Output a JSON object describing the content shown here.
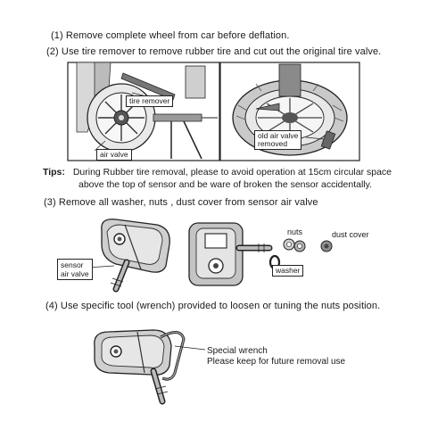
{
  "steps": [
    "(1) Remove complete wheel from car before deflation.",
    "(2) Use tire remover to remove rubber tire and cut out the original tire valve.",
    "(3) Remove all washer, nuts , dust cover from sensor air valve",
    "(4) Use specific tool (wrench) provided to loosen or tuning the nuts position."
  ],
  "tips": {
    "label": "Tips:",
    "line1": "During Rubber tire removal, please to avoid operation at 15cm circular space",
    "line2": "above the top of sensor and be ware of broken the sensor accidentally."
  },
  "figure1": {
    "tire_remover": "tire remover",
    "air_valve": "air valve"
  },
  "figure2": {
    "old_air_valve_line1": "old air valve",
    "old_air_valve_line2": "removed"
  },
  "figure3": {
    "sensor_line1": "sensor",
    "sensor_line2": "air valve",
    "nuts": "nuts",
    "dust_cover": "dust cover",
    "washer": "washer"
  },
  "figure4": {
    "wrench_line1": "Special wrench",
    "wrench_line2": "Please keep for future removal use"
  }
}
